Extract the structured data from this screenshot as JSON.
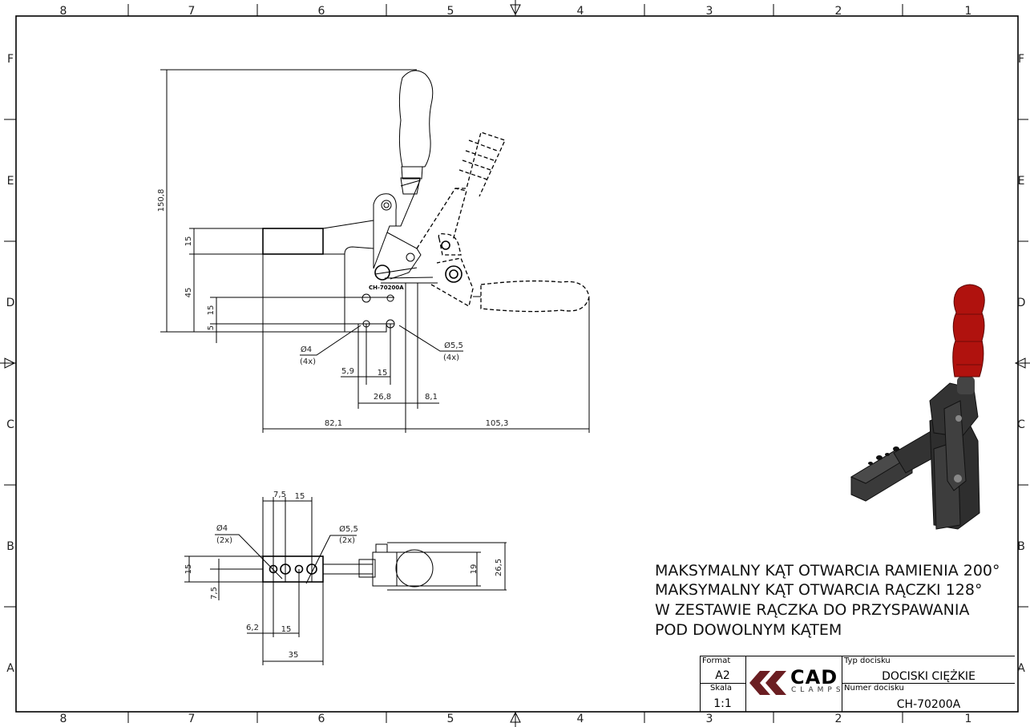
{
  "frame": {
    "columns": [
      "8",
      "7",
      "6",
      "5",
      "4",
      "3",
      "2",
      "1"
    ],
    "rows": [
      "F",
      "E",
      "D",
      "C",
      "B",
      "A"
    ]
  },
  "front_view": {
    "part_marking": "CH-70200A",
    "dimensions": {
      "total_height": "150,8",
      "arm_height": "15",
      "arm_to_base": "45",
      "hole_spacing_v": "15",
      "hole_offset_v": "5",
      "hole_small": "Ø4",
      "hole_small_count": "(4x)",
      "hole_large": "Ø5,5",
      "hole_large_count": "(4x)",
      "hole_offset_h": "5,9",
      "hole_spacing_h": "15",
      "base_width": "26,8",
      "offset_right": "8,1",
      "arm_reach": "82,1",
      "handle_reach": "105,3"
    }
  },
  "top_view": {
    "dimensions": {
      "hole_pitch_a": "7,5",
      "hole_pitch_b": "15",
      "hole_small": "Ø4",
      "hole_small_count": "(2x)",
      "hole_large": "Ø5,5",
      "hole_large_count": "(2x)",
      "block_height": "15",
      "hole_center_v": "7,5",
      "hole_offset_h": "6,2",
      "hole_spacing_h": "15",
      "block_length": "35",
      "pad_diameter": "19",
      "overall_width": "26,5"
    }
  },
  "notes": [
    "MAKSYMALNY KĄT OTWARCIA RAMIENIA 200°",
    "MAKSYMALNY KĄT OTWARCIA RĄCZKI 128°",
    "W ZESTAWIE RĄCZKA DO PRZYSPAWANIA",
    "POD DOWOLNYM KĄTEM"
  ],
  "title_block": {
    "format_label": "Format",
    "format_value": "A2",
    "scale_label": "Skala",
    "scale_value": "1:1",
    "logo_text": "CAD",
    "logo_subtext": "CLAMPS",
    "type_label": "Typ docisku",
    "type_value": "DOCISKI CIĘŻKIE",
    "number_label": "Numer docisku",
    "number_value": "CH-70200A"
  },
  "colors": {
    "logo": "#6b1e22",
    "handle": "#b0120e",
    "body": "#2e2e2e"
  }
}
